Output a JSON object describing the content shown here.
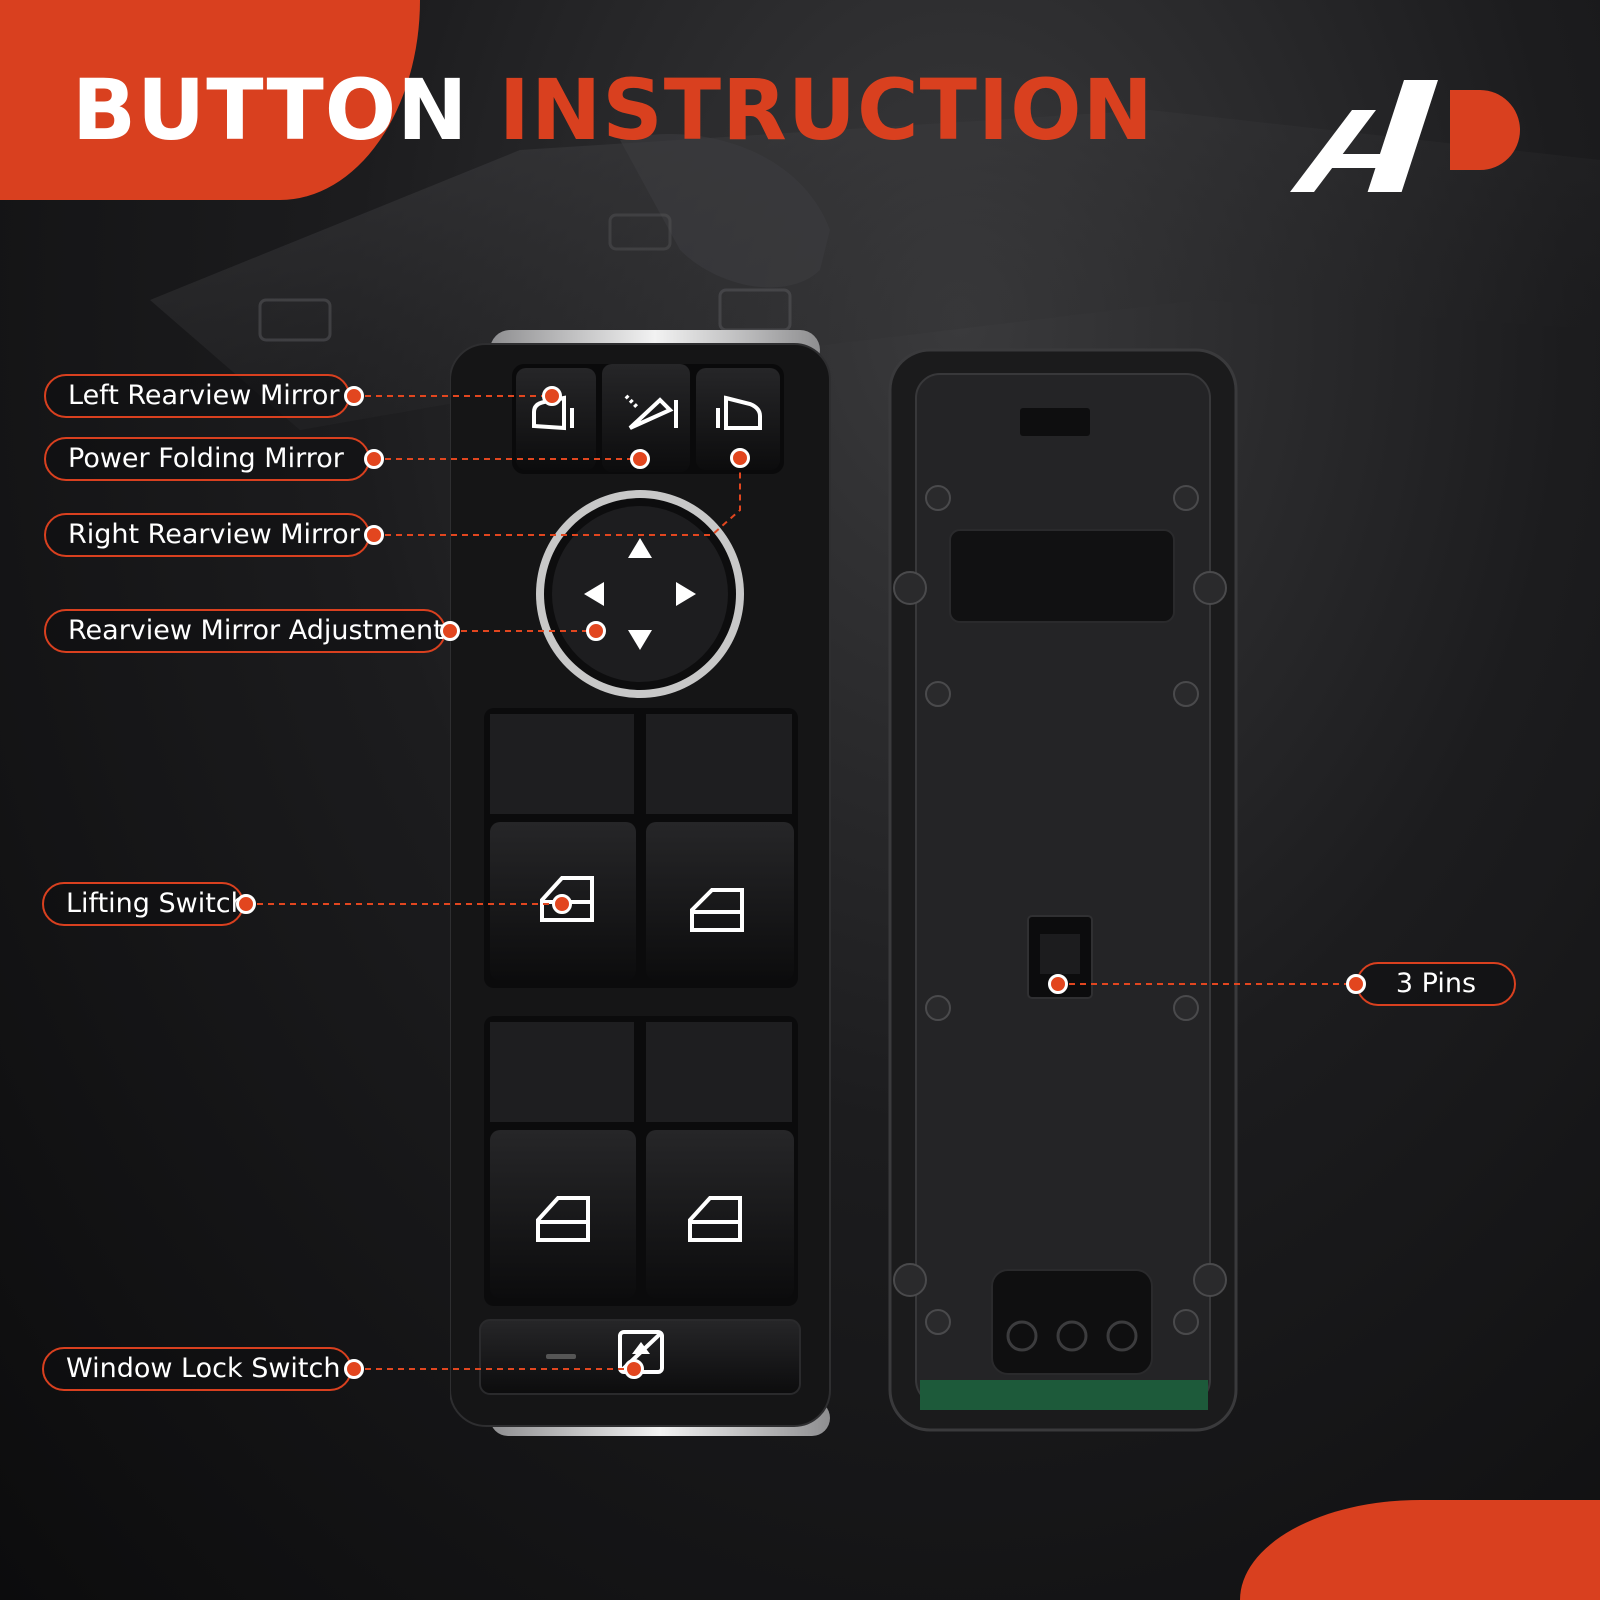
{
  "header": {
    "title_word1": "BUTTON",
    "title_word2": "INSTRUCTION"
  },
  "brand": {
    "logo": "a-premium-logo"
  },
  "colors": {
    "accent": "#d9401f",
    "panel": "#141415",
    "button": "#0e0e0f",
    "chrome": "#d6d6d6",
    "background": "#1c1c1e"
  },
  "callouts": {
    "left_rearview_mirror": "Left Rearview Mirror",
    "power_folding_mirror": "Power Folding Mirror",
    "right_rearview_mirror": "Right Rearview Mirror",
    "rearview_mirror_adjustment": "Rearview Mirror Adjustment",
    "lifting_switch": "Lifting Switch",
    "window_lock_switch": "Window Lock Switch",
    "pins": "3 Pins"
  },
  "product": {
    "icons": [
      "left-mirror-icon",
      "power-fold-mirror-icon",
      "right-mirror-icon",
      "arrow-up-icon",
      "arrow-down-icon",
      "arrow-left-icon",
      "arrow-right-icon",
      "window-icon",
      "window-lock-icon"
    ]
  }
}
